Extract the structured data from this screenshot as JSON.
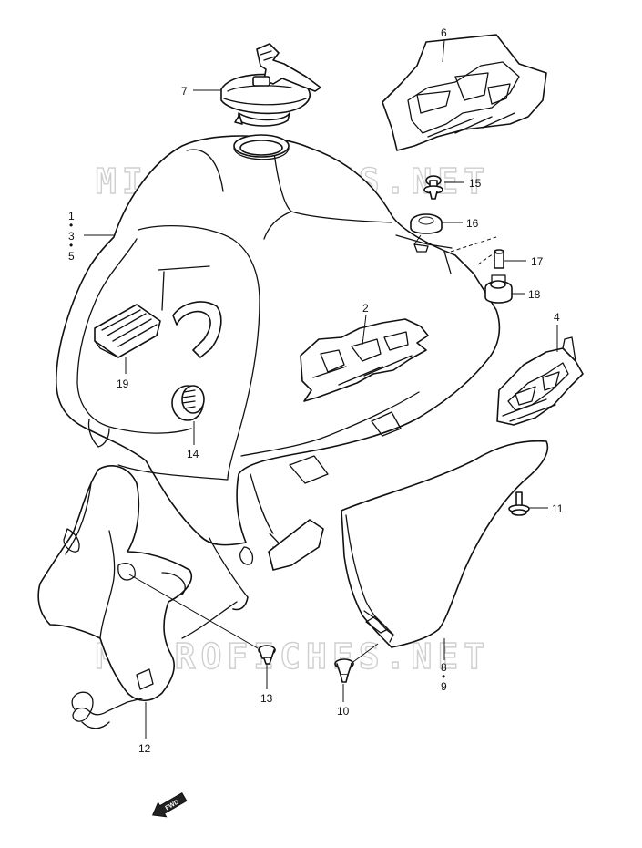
{
  "watermark": {
    "text": "MICROFICHES.NET"
  },
  "callouts": {
    "p1": "1",
    "p2": "2",
    "p3": "3",
    "p4": "4",
    "p5": "5",
    "p6": "6",
    "p7": "7",
    "p8": "8",
    "p9": "9",
    "p10": "10",
    "p11": "11",
    "p12": "12",
    "p13": "13",
    "p14": "14",
    "p15": "15",
    "p16": "16",
    "p17": "17",
    "p18": "18",
    "p19": "19",
    "sep_a": "•",
    "sep_b": "•",
    "sep_c": "•"
  },
  "direction_arrow": {
    "label": "FWD"
  },
  "colors": {
    "line": "#111111",
    "watermark": "#cfcfcf",
    "background": "#ffffff"
  }
}
